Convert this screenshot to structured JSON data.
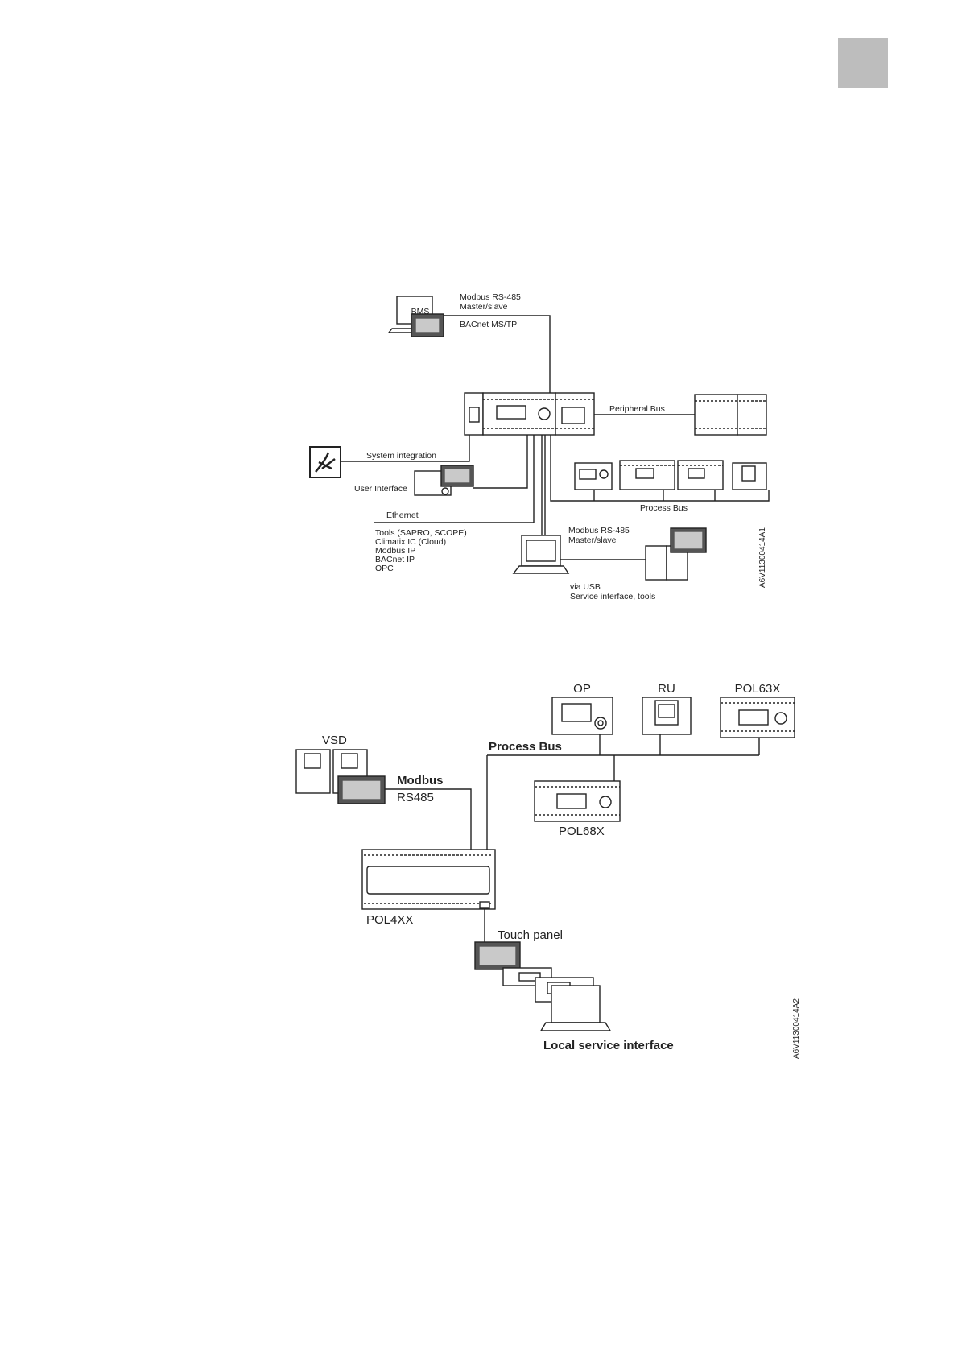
{
  "figure1": {
    "bms_label": "BMS",
    "modbus_top_l1": "Modbus RS-485",
    "modbus_top_l2": "Master/slave",
    "bacnet_mstp": "BACnet MS/TP",
    "peripheral_bus": "Peripheral Bus",
    "system_integration": "System integration",
    "user_interface": "User Interface",
    "process_bus": "Process Bus",
    "ethernet": "Ethernet",
    "ethernet_items": [
      "Tools (SAPRO, SCOPE)",
      "Climatix IC (Cloud)",
      "Modbus IP",
      "BACnet IP",
      "OPC"
    ],
    "modbus_mid_l1": "Modbus RS-485",
    "modbus_mid_l2": "Master/slave",
    "usb_l1": "via USB",
    "usb_l2": "Service interface, tools",
    "figure_code": "A6V11300414A1"
  },
  "figure2": {
    "op": "OP",
    "ru": "RU",
    "pol63x": "POL63X",
    "vsd": "VSD",
    "process_bus": "Process Bus",
    "modbus": "Modbus",
    "rs485": "RS485",
    "pol68x": "POL68X",
    "pol4xx": "POL4XX",
    "touch_panel": "Touch panel",
    "local_service": "Local service interface",
    "figure_code": "A6V11300414A2"
  }
}
